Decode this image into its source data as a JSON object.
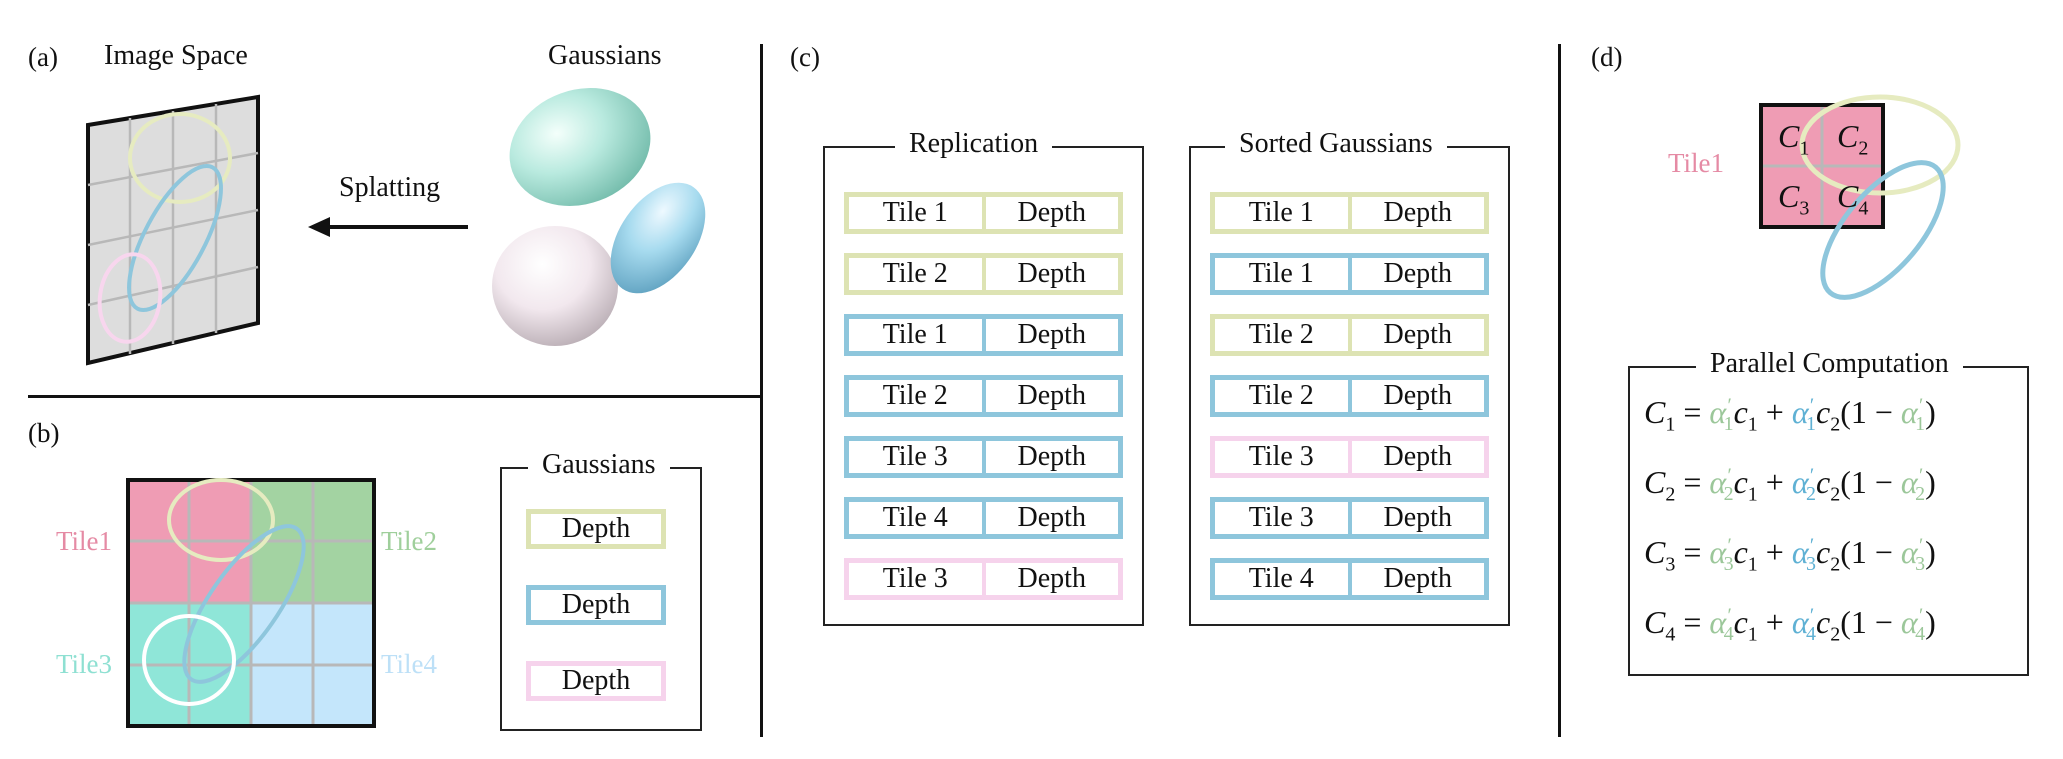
{
  "panels": {
    "a": {
      "label": "(a)",
      "image_space_title": "Image Space",
      "gaussians_title": "Gaussians",
      "arrow_label": "Splatting"
    },
    "b": {
      "label": "(b)",
      "tiles": [
        "Tile1",
        "Tile2",
        "Tile3",
        "Tile4"
      ],
      "legend_title": "Gaussians",
      "legend_items": [
        "Depth",
        "Depth",
        "Depth"
      ]
    },
    "c": {
      "label": "(c)",
      "replication": {
        "title": "Replication",
        "rows": [
          {
            "tile": "Tile 1",
            "value": "Depth",
            "color": "yellow"
          },
          {
            "tile": "Tile 2",
            "value": "Depth",
            "color": "yellow"
          },
          {
            "tile": "Tile 1",
            "value": "Depth",
            "color": "blue"
          },
          {
            "tile": "Tile 2",
            "value": "Depth",
            "color": "blue"
          },
          {
            "tile": "Tile 3",
            "value": "Depth",
            "color": "blue"
          },
          {
            "tile": "Tile 4",
            "value": "Depth",
            "color": "blue"
          },
          {
            "tile": "Tile 3",
            "value": "Depth",
            "color": "pink"
          }
        ]
      },
      "sorted": {
        "title": "Sorted Gaussians",
        "rows": [
          {
            "tile": "Tile 1",
            "value": "Depth",
            "color": "yellow"
          },
          {
            "tile": "Tile 1",
            "value": "Depth",
            "color": "blue"
          },
          {
            "tile": "Tile 2",
            "value": "Depth",
            "color": "yellow"
          },
          {
            "tile": "Tile 2",
            "value": "Depth",
            "color": "blue"
          },
          {
            "tile": "Tile 3",
            "value": "Depth",
            "color": "pink"
          },
          {
            "tile": "Tile 3",
            "value": "Depth",
            "color": "blue"
          },
          {
            "tile": "Tile 4",
            "value": "Depth",
            "color": "blue"
          }
        ]
      }
    },
    "d": {
      "label": "(d)",
      "tile_label": "Tile1",
      "cell_symbols": [
        "C",
        "C",
        "C",
        "C"
      ],
      "cell_subscripts": [
        "1",
        "2",
        "3",
        "4"
      ],
      "parallel_title": "Parallel Computation",
      "equations": [
        {
          "lhs": "C",
          "sub": "1",
          "idx": "1"
        },
        {
          "lhs": "C",
          "sub": "2",
          "idx": "2"
        },
        {
          "lhs": "C",
          "sub": "3",
          "idx": "3"
        },
        {
          "lhs": "C",
          "sub": "4",
          "idx": "4"
        }
      ]
    }
  },
  "colors": {
    "yellow": "#dde3b3",
    "blue": "#8ec6dc",
    "pink": "#f6d3ec",
    "tile1": "#ef9cb4",
    "tile2": "#a3d3a2",
    "tile3": "#8fe6d8",
    "tile4": "#c4e6fb",
    "tile1_text": "#e58aa4",
    "tile2_text": "#9fcf9b",
    "tile3_text": "#8ee0d2",
    "tile4_text": "#bde0f7",
    "alpha_green": "#9cc79a",
    "alpha_blue": "#5fb1d4"
  }
}
